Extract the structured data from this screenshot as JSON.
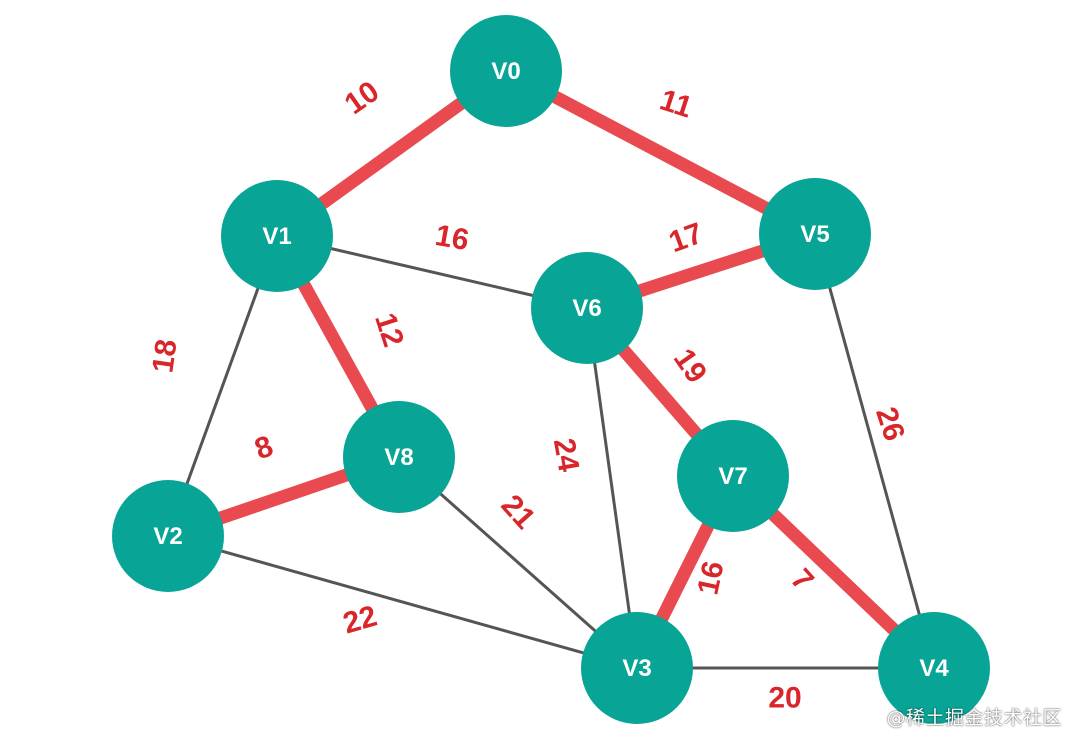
{
  "colors": {
    "node_fill": "#08a596",
    "edge_plain": "#555555",
    "edge_highlight": "#e94a4f",
    "weight_text": "#d9262b"
  },
  "nodes": [
    {
      "id": "V0",
      "label": "V0"
    },
    {
      "id": "V1",
      "label": "V1"
    },
    {
      "id": "V2",
      "label": "V2"
    },
    {
      "id": "V3",
      "label": "V3"
    },
    {
      "id": "V4",
      "label": "V4"
    },
    {
      "id": "V5",
      "label": "V5"
    },
    {
      "id": "V6",
      "label": "V6"
    },
    {
      "id": "V7",
      "label": "V7"
    },
    {
      "id": "V8",
      "label": "V8"
    }
  ],
  "edges": [
    {
      "from": "V0",
      "to": "V1",
      "weight": "10",
      "highlighted": true
    },
    {
      "from": "V0",
      "to": "V5",
      "weight": "11",
      "highlighted": true
    },
    {
      "from": "V1",
      "to": "V6",
      "weight": "16",
      "highlighted": false
    },
    {
      "from": "V1",
      "to": "V8",
      "weight": "12",
      "highlighted": true
    },
    {
      "from": "V1",
      "to": "V2",
      "weight": "18",
      "highlighted": false
    },
    {
      "from": "V5",
      "to": "V6",
      "weight": "17",
      "highlighted": true
    },
    {
      "from": "V5",
      "to": "V4",
      "weight": "26",
      "highlighted": false
    },
    {
      "from": "V6",
      "to": "V7",
      "weight": "19",
      "highlighted": true
    },
    {
      "from": "V6",
      "to": "V3",
      "weight": "24",
      "highlighted": false
    },
    {
      "from": "V8",
      "to": "V2",
      "weight": "8",
      "highlighted": true
    },
    {
      "from": "V8",
      "to": "V3",
      "weight": "21",
      "highlighted": false
    },
    {
      "from": "V2",
      "to": "V3",
      "weight": "22",
      "highlighted": false
    },
    {
      "from": "V7",
      "to": "V3",
      "weight": "16",
      "highlighted": true
    },
    {
      "from": "V7",
      "to": "V4",
      "weight": "7",
      "highlighted": true
    },
    {
      "from": "V3",
      "to": "V4",
      "weight": "20",
      "highlighted": false
    }
  ],
  "watermark": "@稀土掘金技术社区"
}
